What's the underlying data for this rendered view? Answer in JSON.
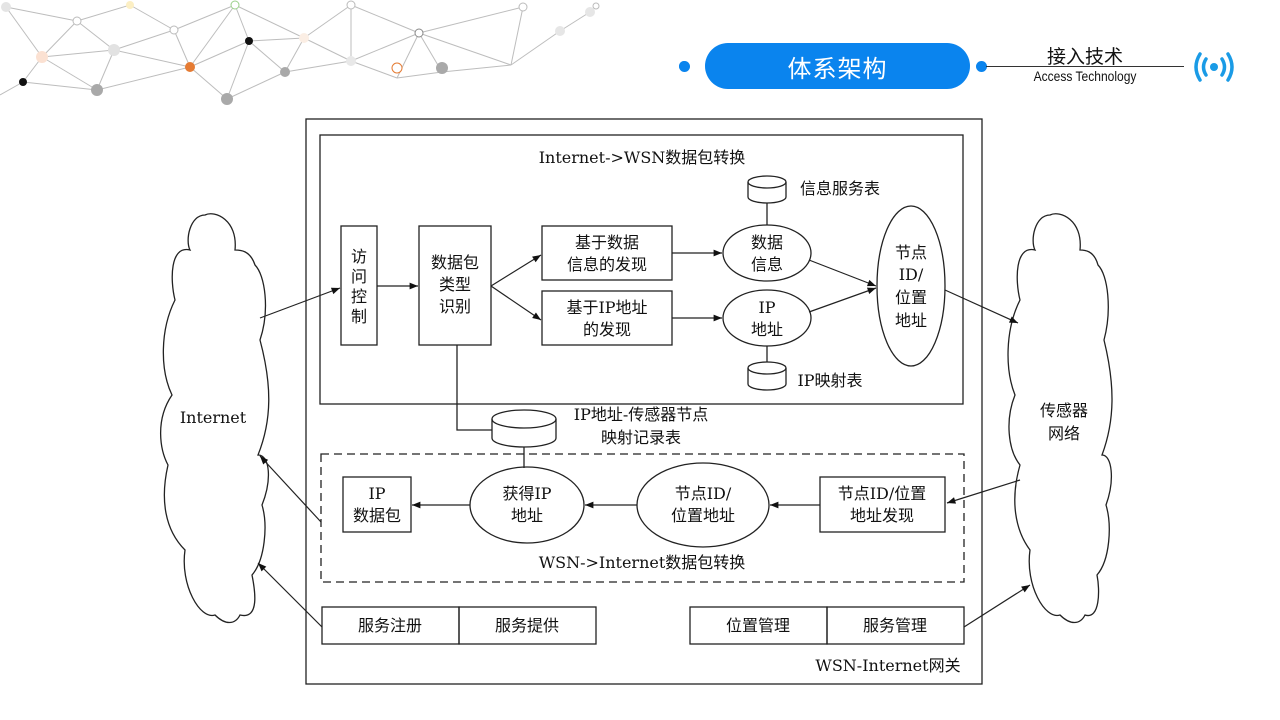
{
  "header": {
    "section_title": "体系架构",
    "topic_zh": "接入技术",
    "topic_en": "Access Technology",
    "accent_color": "#0a84ee",
    "icon": "wireless-signal-icon"
  },
  "diagram": {
    "gateway_label": "WSN-Internet网关",
    "left_cloud": "Internet",
    "right_cloud": [
      "传感器",
      "网络"
    ],
    "upper_panel": {
      "title": "Internet->WSN数据包转换",
      "access_control": [
        "访",
        "问",
        "控",
        "制"
      ],
      "packet_type": [
        "数据包",
        "类型",
        "识别"
      ],
      "discover_data": [
        "基于数据",
        "信息的发现"
      ],
      "discover_ip": [
        "基于IP地址",
        "的发现"
      ],
      "data_info": [
        "数据",
        "信息"
      ],
      "ip_addr": [
        "IP",
        "地址"
      ],
      "node_id": [
        "节点",
        "ID/",
        "位置",
        "地址"
      ],
      "info_service_table": "信息服务表",
      "ip_map_table": "IP映射表"
    },
    "mapping_db": [
      "IP地址-传感器节点",
      "映射记录表"
    ],
    "lower_panel": {
      "title": "WSN->Internet数据包转换",
      "ip_packet": [
        "IP",
        "数据包"
      ],
      "get_ip": [
        "获得IP",
        "地址"
      ],
      "node_loc": [
        "节点ID/",
        "位置地址"
      ],
      "node_discover": [
        "节点ID/位置",
        "地址发现"
      ]
    },
    "bottom_left": [
      "服务注册",
      "服务提供"
    ],
    "bottom_right": [
      "位置管理",
      "服务管理"
    ]
  }
}
